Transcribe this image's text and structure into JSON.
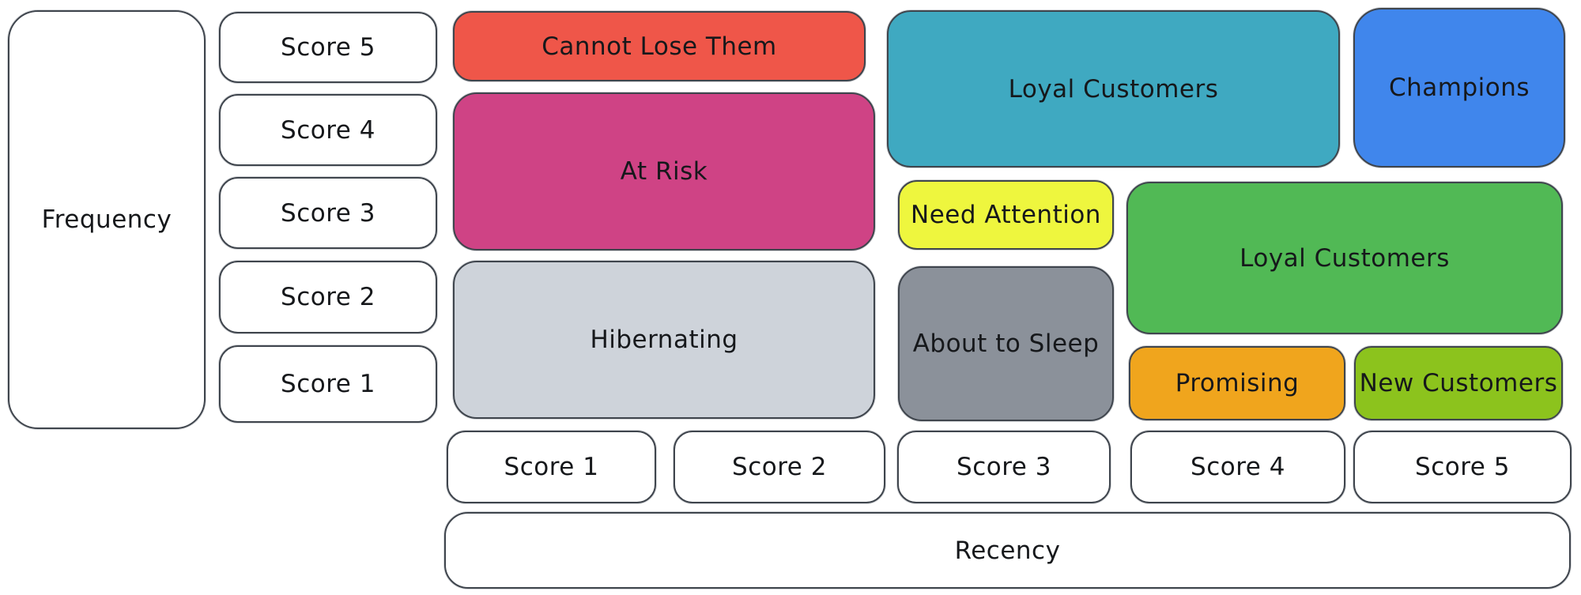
{
  "axis_labels": {
    "frequency": "Frequency",
    "recency": "Recency"
  },
  "frequency_scores": [
    "Score 5",
    "Score 4",
    "Score 3",
    "Score 2",
    "Score 1"
  ],
  "recency_scores": [
    "Score 1",
    "Score 2",
    "Score 3",
    "Score 4",
    "Score 5"
  ],
  "segments": {
    "cannot_lose_them": {
      "label": "Cannot Lose Them",
      "color": "#ef5649",
      "recency_scores": "1-2",
      "frequency_score": "5"
    },
    "at_risk": {
      "label": "At Risk",
      "color": "#cf4385",
      "recency_scores": "1-2",
      "frequency_score": "3-4"
    },
    "hibernating": {
      "label": "Hibernating",
      "color": "#ced3da",
      "recency_scores": "1-2",
      "frequency_score": "1-2"
    },
    "loyal_customers_top": {
      "label": "Loyal Customers",
      "color": "#3fa9c1",
      "recency_scores": "3-4",
      "frequency_score": "4-5"
    },
    "champions": {
      "label": "Champions",
      "color": "#4086ec",
      "recency_scores": "5",
      "frequency_score": "4-5"
    },
    "need_attention": {
      "label": "Need Attention",
      "color": "#eef63e",
      "recency_scores": "3",
      "frequency_score": "3"
    },
    "about_to_sleep": {
      "label": "About to Sleep",
      "color": "#8b919a",
      "recency_scores": "3",
      "frequency_score": "1-2"
    },
    "loyal_customers_mid": {
      "label": "Loyal Customers",
      "color": "#51b955",
      "recency_scores": "4-5",
      "frequency_score": "2-3"
    },
    "promising": {
      "label": "Promising",
      "color": "#f0a51d",
      "recency_scores": "4",
      "frequency_score": "1"
    },
    "new_customers": {
      "label": "New Customers",
      "color": "#8cc31d",
      "recency_scores": "5",
      "frequency_score": "1"
    }
  },
  "colors": {
    "background": "#ffffff",
    "stroke": "#3f454d",
    "text": "#16181b"
  }
}
